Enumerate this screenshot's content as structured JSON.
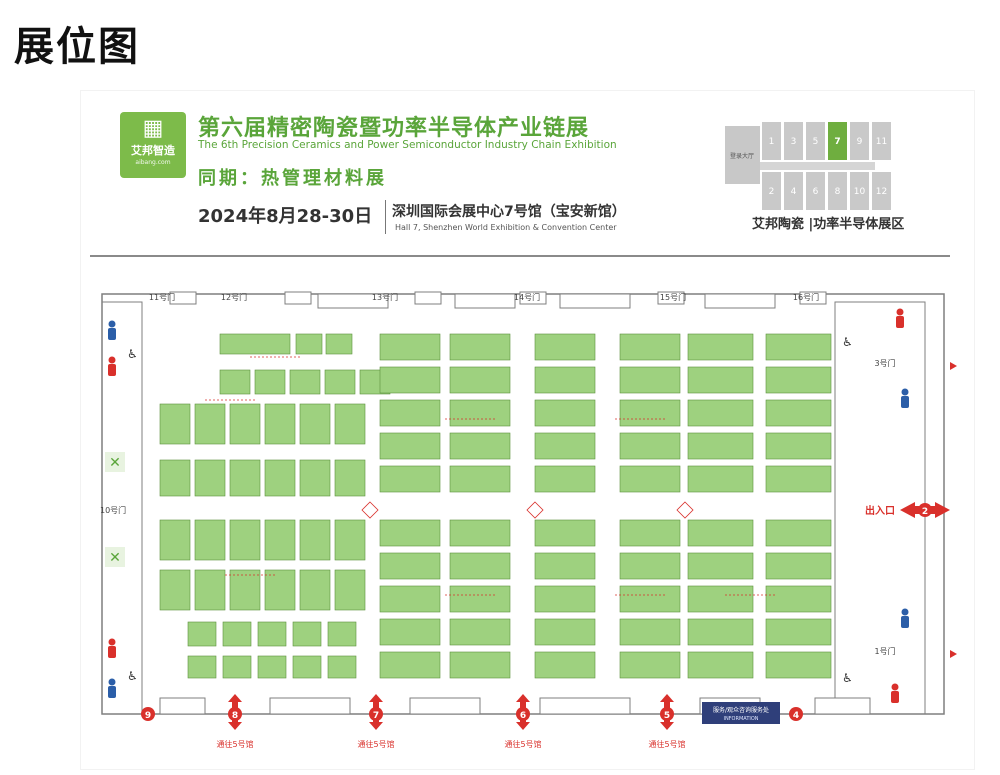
{
  "page": {
    "title": "展位图"
  },
  "header": {
    "logo": {
      "name": "艾邦智造",
      "url": "aibang.com"
    },
    "title_cn": "第六届精密陶瓷暨功率半导体产业链展",
    "title_en": "The 6th Precision Ceramics and Power Semiconductor Industry Chain Exhibition",
    "concurrent": "同期：热管理材料展",
    "date": "2024年8月28-30日",
    "venue_cn": "深圳国际会展中心7号馆（宝安新馆）",
    "venue_en": "Hall 7, Shenzhen World Exhibition & Convention Center"
  },
  "minimap": {
    "halls_top": [
      "1",
      "3",
      "5",
      "7",
      "9",
      "11"
    ],
    "halls_bottom": [
      "2",
      "4",
      "6",
      "8",
      "10",
      "12"
    ],
    "highlight_hall": "7",
    "highlight_color": "#6fae3f",
    "side_label": "登录大厅",
    "caption": "艾邦陶瓷 |功率半导体展区"
  },
  "floorplan": {
    "top_gates": [
      "11号门",
      "12号门",
      "13号门",
      "14号门",
      "15号门",
      "16号门"
    ],
    "left_gate": "10号门",
    "right_gate": "3号门",
    "right_gate_lower": "1号门",
    "entrance_label": "出入口",
    "entrance_num": "2",
    "bottom_labels": [
      "通往5号馆",
      "通往5号馆",
      "通往5号馆",
      "通往5号馆"
    ],
    "bottom_numbers": [
      "8",
      "7",
      "6",
      "5"
    ],
    "bottom_left_num": "9",
    "bottom_right_num": "4",
    "info_desk": "服务/观众咨询服务处",
    "info_desk_en": "INFORMATION",
    "booth_color": "#9ed17f",
    "booth_border": "#5b8f3c",
    "wall_color": "#7f7f7f",
    "accent_red": "#d9302b",
    "accent_blue": "#2b5ea8"
  }
}
